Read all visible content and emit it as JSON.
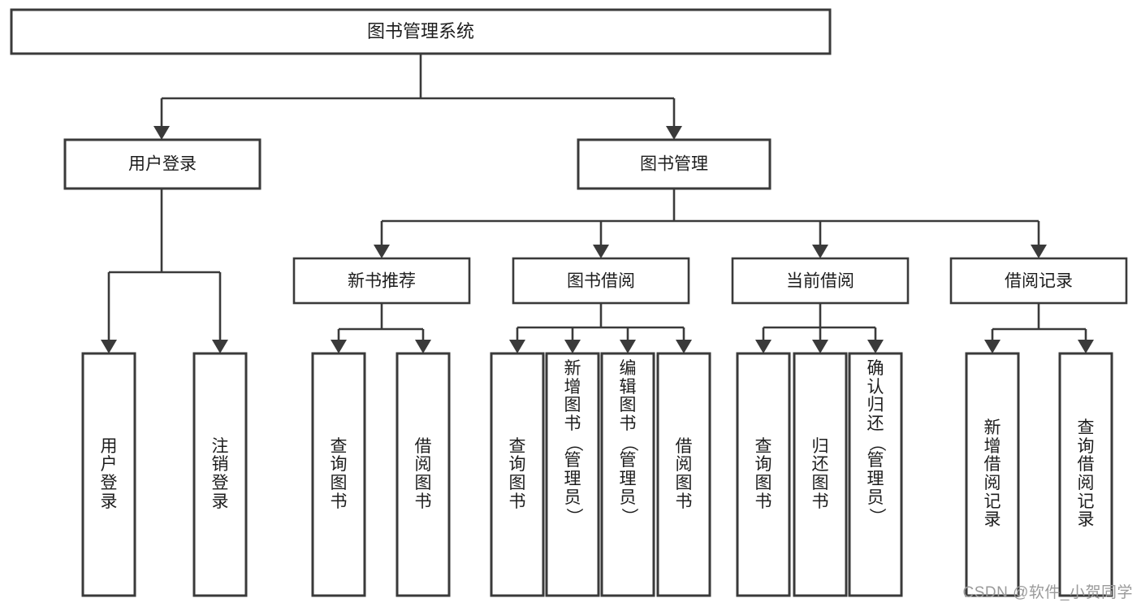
{
  "diagram": {
    "type": "tree-hierarchy",
    "title": "图书管理系统",
    "watermark": "CSDN @软件_小贺同学",
    "colors": {
      "stroke": "#3a3a3a",
      "fill": "#ffffff",
      "text": "#1d1d1d",
      "watermark": "#9a9a9a"
    },
    "root": {
      "label": "图书管理系统"
    },
    "level1": [
      {
        "label": "用户登录"
      },
      {
        "label": "图书管理"
      }
    ],
    "level2": [
      {
        "label": "新书推荐",
        "parent": "图书管理"
      },
      {
        "label": "图书借阅",
        "parent": "图书管理"
      },
      {
        "label": "当前借阅",
        "parent": "图书管理"
      },
      {
        "label": "借阅记录",
        "parent": "图书管理"
      }
    ],
    "leaves": {
      "user_login": [
        {
          "label": "用户登录"
        },
        {
          "label": "注销登录"
        }
      ],
      "new_book_recommend": [
        {
          "label": "查询图书"
        },
        {
          "label": "借阅图书"
        }
      ],
      "book_borrow": [
        {
          "label": "查询图书"
        },
        {
          "label": "新增图书（管理员）"
        },
        {
          "label": "编辑图书（管理员）"
        },
        {
          "label": "借阅图书"
        }
      ],
      "current_borrow": [
        {
          "label": "查询图书"
        },
        {
          "label": "归还图书"
        },
        {
          "label": "确认归还（管理员）"
        }
      ],
      "borrow_record": [
        {
          "label": "新增借阅记录"
        },
        {
          "label": "查询借阅记录"
        }
      ]
    }
  }
}
